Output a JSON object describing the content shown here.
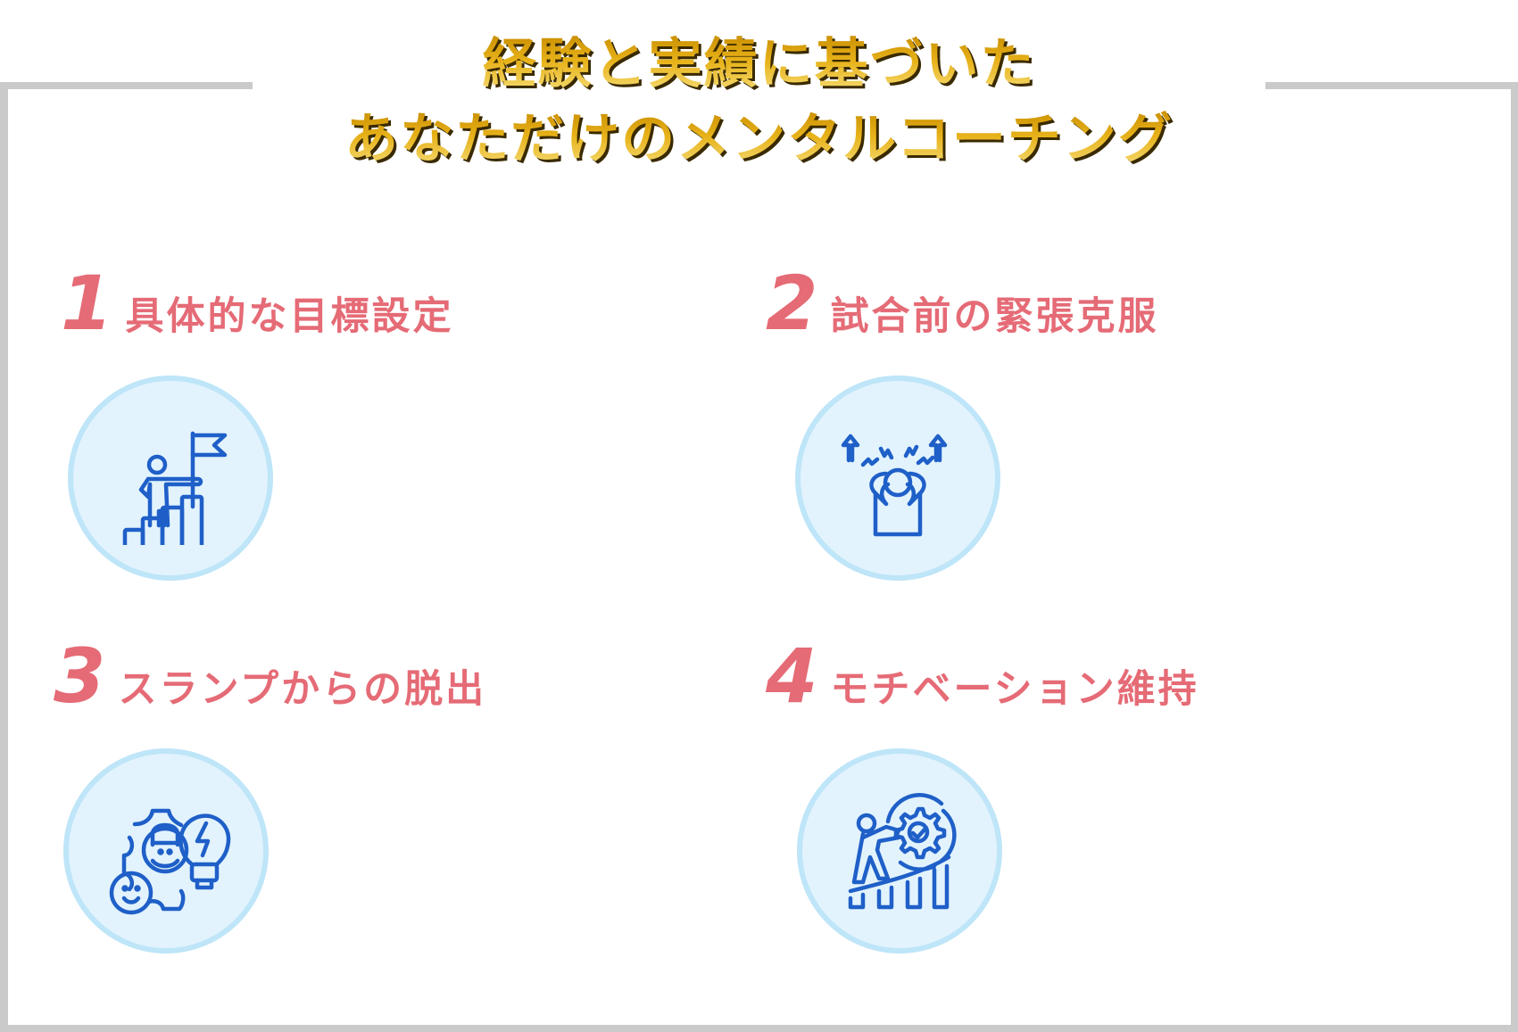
{
  "header": {
    "title_line1": "経験と実績に基づいた",
    "title_line2": "あなただけのメンタルコーチング"
  },
  "colors": {
    "accent_pink": "#e56b76",
    "gold": "#e7b21a",
    "icon_blue": "#1f5fc8",
    "circle_fill": "#e2f3fd",
    "circle_border": "#bee5f8",
    "frame_gray": "#cacaca"
  },
  "items": [
    {
      "number": "1",
      "label": "具体的な目標設定",
      "icon": "goal-flag-stairs-icon"
    },
    {
      "number": "2",
      "label": "試合前の緊張克服",
      "icon": "stressed-person-icon"
    },
    {
      "number": "3",
      "label": "スランプからの脱出",
      "icon": "gear-lightbulb-smile-icon"
    },
    {
      "number": "4",
      "label": "モチベーション維持",
      "icon": "pushing-gear-growth-icon"
    }
  ]
}
